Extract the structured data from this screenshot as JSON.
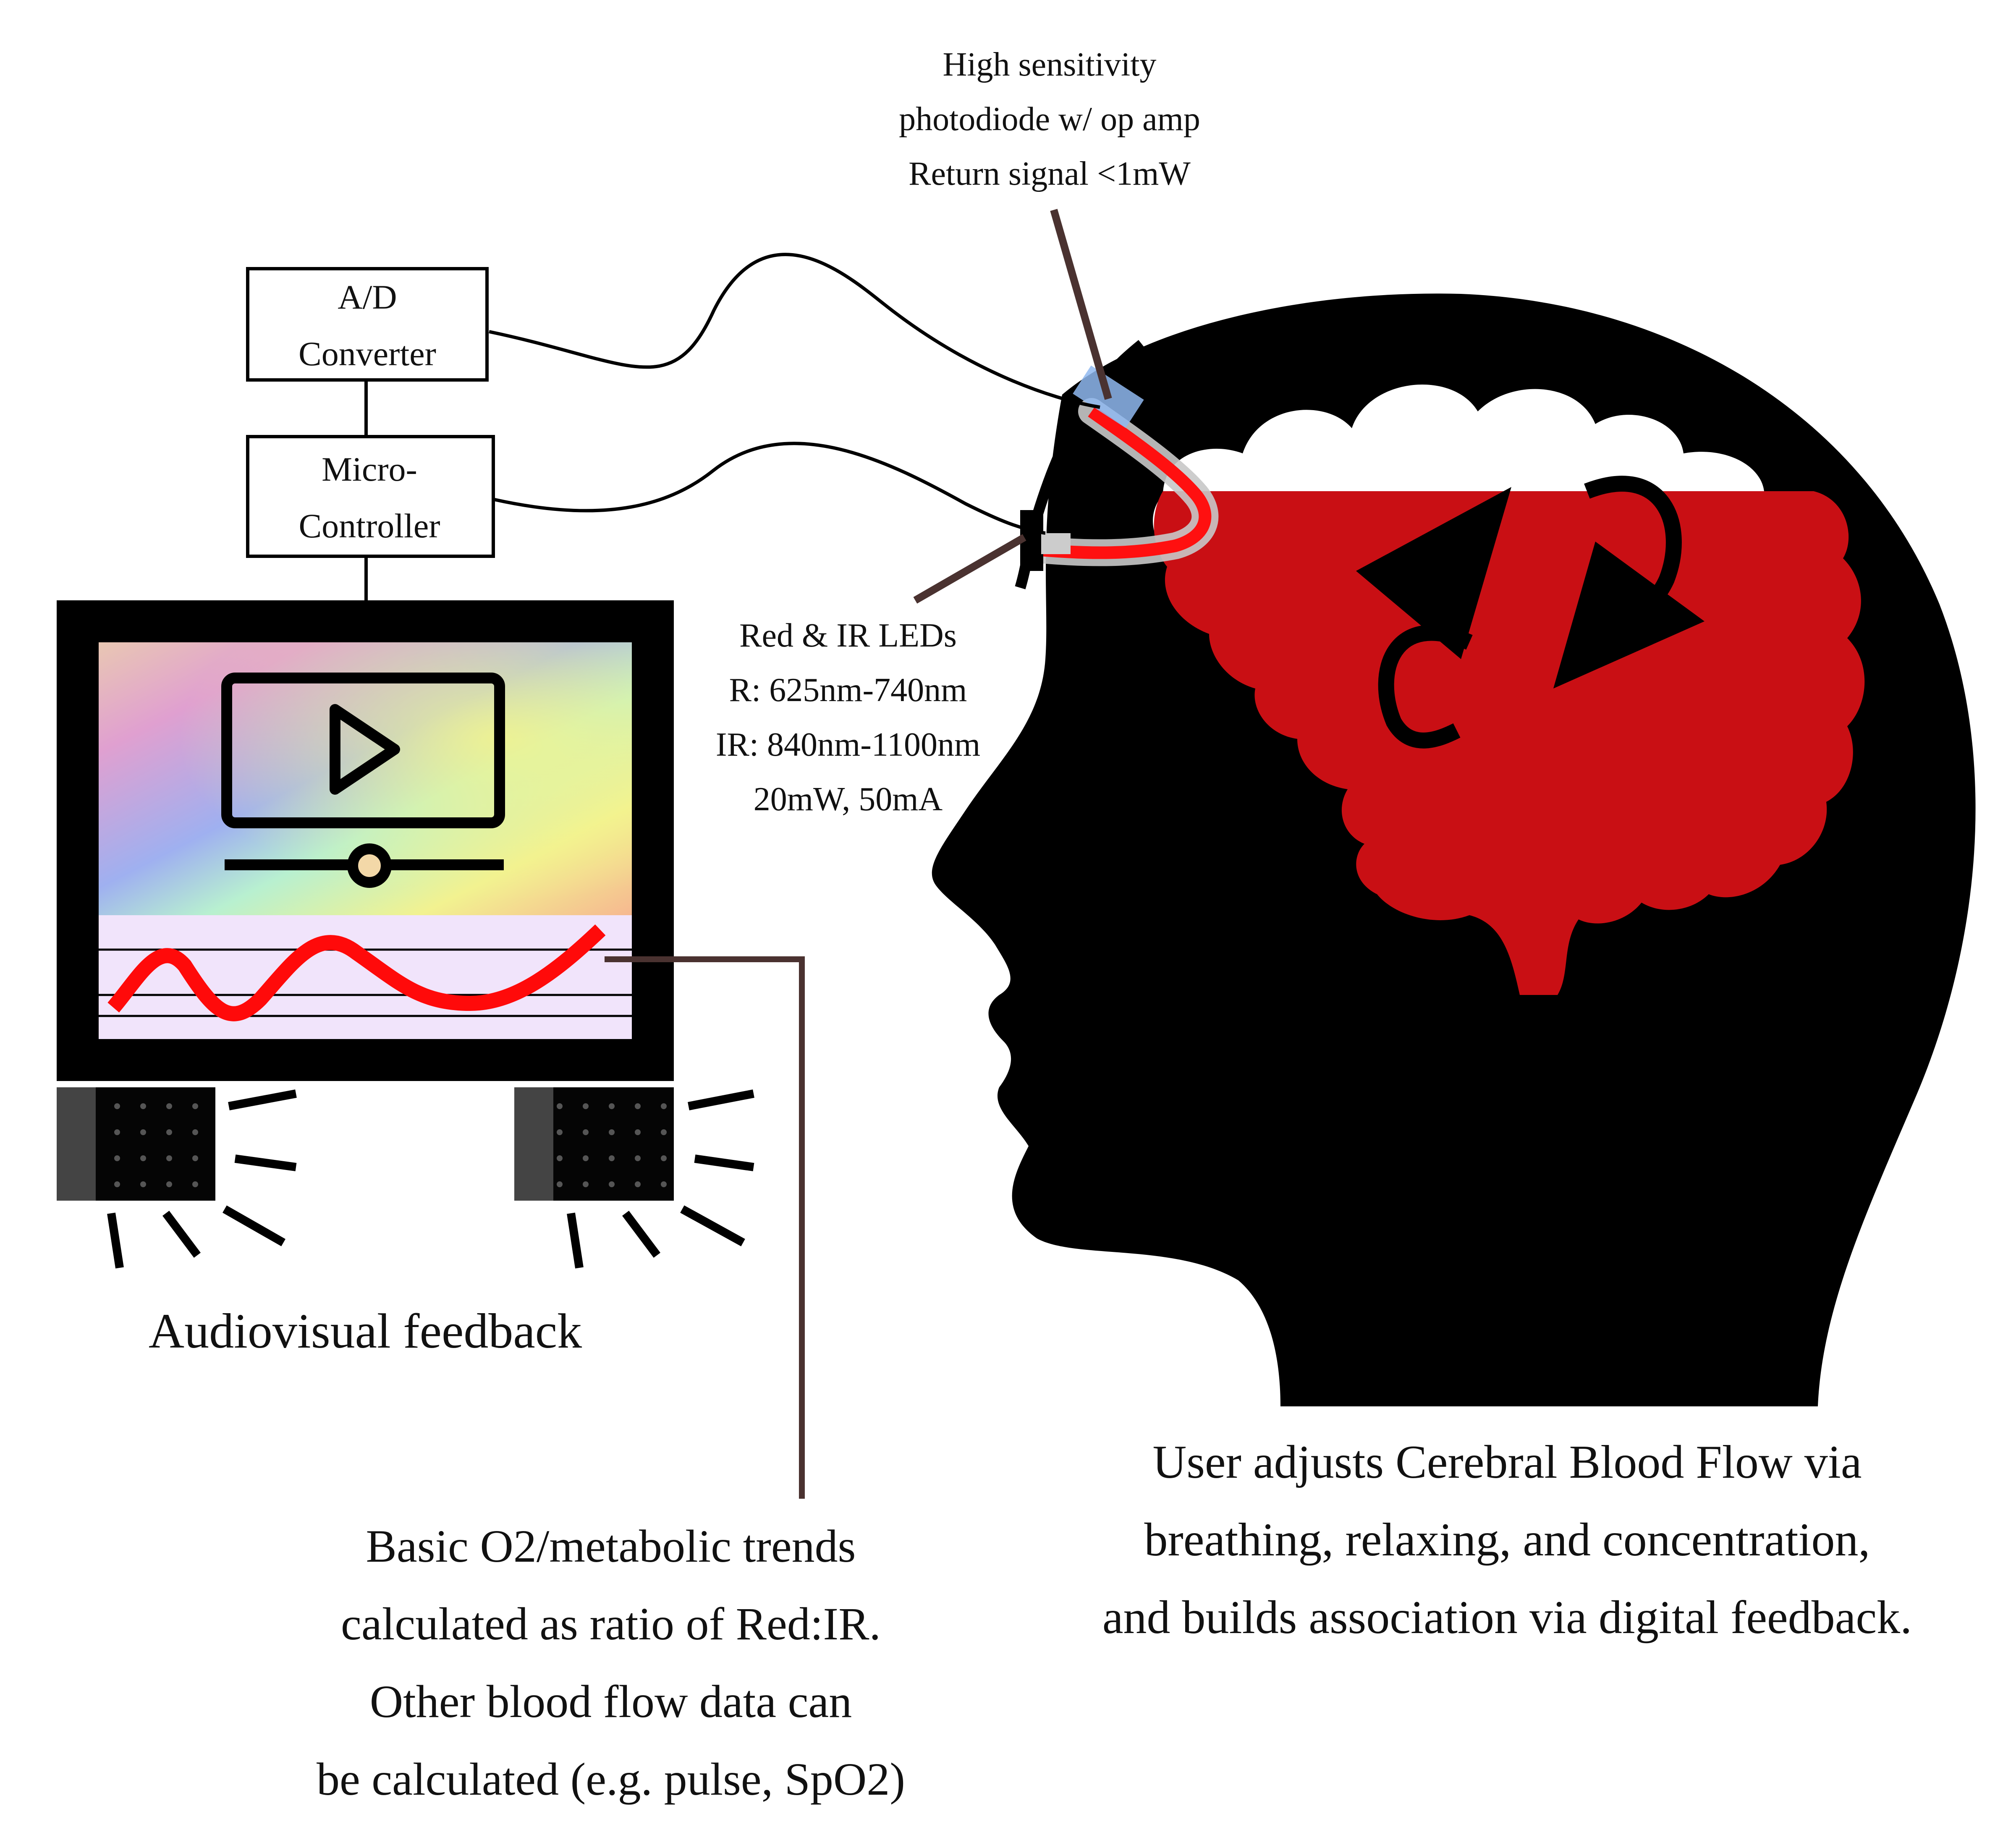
{
  "components": {
    "adc": {
      "label_line1": "A/D",
      "label_line2": "Converter"
    },
    "mcu": {
      "label_line1": "Micro-",
      "label_line2": "Controller"
    }
  },
  "annotations": {
    "photodiode": {
      "line1": "High sensitivity",
      "line2": "photodiode w/ op amp",
      "line3": "Return signal <1mW"
    },
    "leds": {
      "line1": "Red & IR LEDs",
      "line2": "R: 625nm-740nm",
      "line3": "IR: 840nm-1100nm",
      "line4": "20mW, 50mA"
    },
    "feedback_label": "Audiovisual feedback",
    "trends": {
      "line1": "Basic O2/metabolic trends",
      "line2": "calculated as ratio of Red:IR.",
      "line3": "Other blood flow data can",
      "line4": "be calculated (e.g. pulse, SpO2)"
    },
    "user": {
      "line1": "User adjusts Cerebral Blood Flow via",
      "line2": "breathing, relaxing, and concentration,",
      "line3": "and builds association via digital feedback."
    }
  },
  "colors": {
    "brain_red": "#c90f14",
    "signal_red": "#ff0a0a",
    "pointer_brown": "#4a3230",
    "head_black": "#000000",
    "photodiode_blue": "#8fb8f0",
    "graph_bg": "#f1e4fb"
  },
  "icons": {
    "screen": "video-player-icon",
    "speakers": "speaker-icon",
    "arrows": "circular-arrows-icon"
  }
}
